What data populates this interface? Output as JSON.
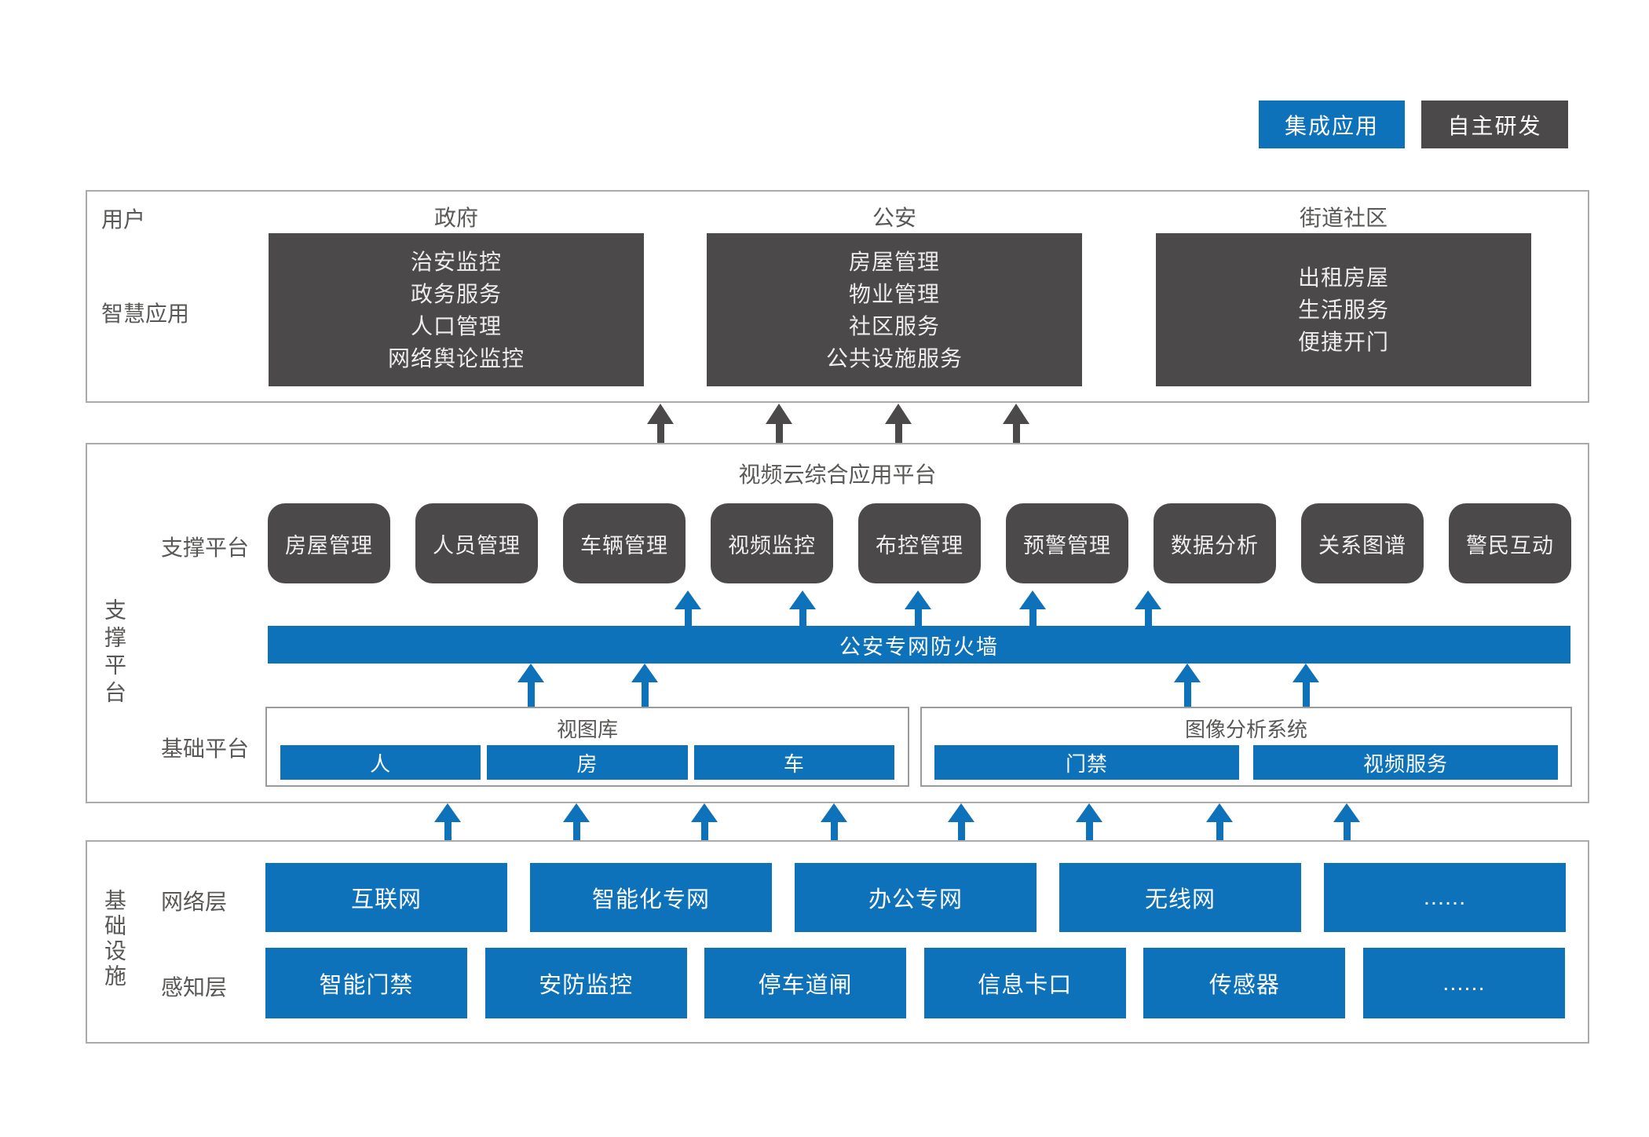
{
  "legend": {
    "integrated": "集成应用",
    "self_developed": "自主研发"
  },
  "colors": {
    "accent_blue": "#0d72b9",
    "dark_gray": "#4b4949",
    "section_border": "#aaaaaa",
    "label_text": "#5a5857"
  },
  "user_layer": {
    "row1_label": "用户",
    "row2_label": "智慧应用",
    "columns": [
      {
        "header": "政府",
        "items": [
          "治安监控",
          "政务服务",
          "人口管理",
          "网络舆论监控"
        ]
      },
      {
        "header": "公安",
        "items": [
          "房屋管理",
          "物业管理",
          "社区服务",
          "公共设施服务"
        ]
      },
      {
        "header": "街道社区",
        "items": [
          "出租房屋",
          "生活服务",
          "便捷开门"
        ]
      }
    ]
  },
  "platform_layer": {
    "side_label": "支撑平台",
    "title": "视频云综合应用平台",
    "support_row_label": "支撑平台",
    "support_boxes": [
      "房屋管理",
      "人员管理",
      "车辆管理",
      "视频监控",
      "布控管理",
      "预警管理",
      "数据分析",
      "关系图谱",
      "警民互动"
    ],
    "firewall": "公安专网防火墙",
    "base_row_label": "基础平台",
    "base_groups": [
      {
        "title": "视图库",
        "items": [
          "人",
          "房",
          "车"
        ]
      },
      {
        "title": "图像分析系统",
        "items": [
          "门禁",
          "视频服务"
        ]
      }
    ]
  },
  "infrastructure_layer": {
    "side_label": "基础设施",
    "network_row": {
      "label": "网络层",
      "items": [
        "互联网",
        "智能化专网",
        "办公专网",
        "无线网",
        "......"
      ]
    },
    "sensing_row": {
      "label": "感知层",
      "items": [
        "智能门禁",
        "安防监控",
        "停车道闸",
        "信息卡口",
        "传感器",
        "......"
      ]
    }
  }
}
